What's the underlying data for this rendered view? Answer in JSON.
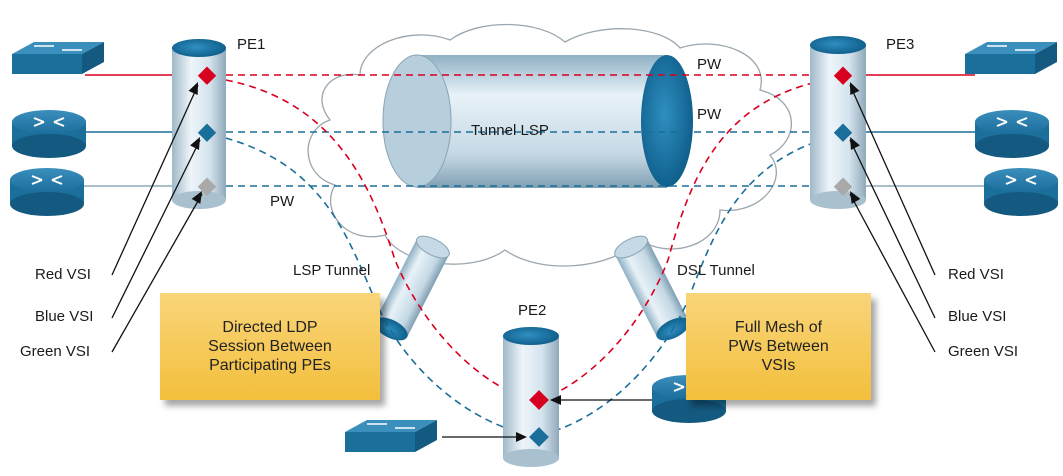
{
  "nodes": {
    "pe1": "PE1",
    "pe2": "PE2",
    "pe3": "PE3"
  },
  "core": {
    "tunnel_lsp": "Tunnel LSP",
    "lsp_tunnel": "LSP Tunnel",
    "dsl_tunnel": "DSL Tunnel"
  },
  "pw_labels": [
    "PW",
    "PW",
    "PW"
  ],
  "vsi_left": [
    "Red VSI",
    "Blue VSI",
    "Green VSI"
  ],
  "vsi_right": [
    "Red VSI",
    "Blue VSI",
    "Green VSI"
  ],
  "notes": {
    "left": "Directed LDP\nSession Between\nParticipating PEs",
    "right": "Full Mesh of\nPWs Between\nVSIs"
  },
  "colors": {
    "red_vsi": "#d8001f",
    "blue_vsi": "#1a6e9a",
    "green_vsi": "#a9a9a9",
    "device": "#1b6f9b",
    "note_fill": "#f5c64a"
  },
  "icons": [
    "switch-icon",
    "router-icon",
    "router-icon",
    "router-icon",
    "switch-icon",
    "router-icon",
    "router-icon",
    "router-icon",
    "switch-icon"
  ]
}
